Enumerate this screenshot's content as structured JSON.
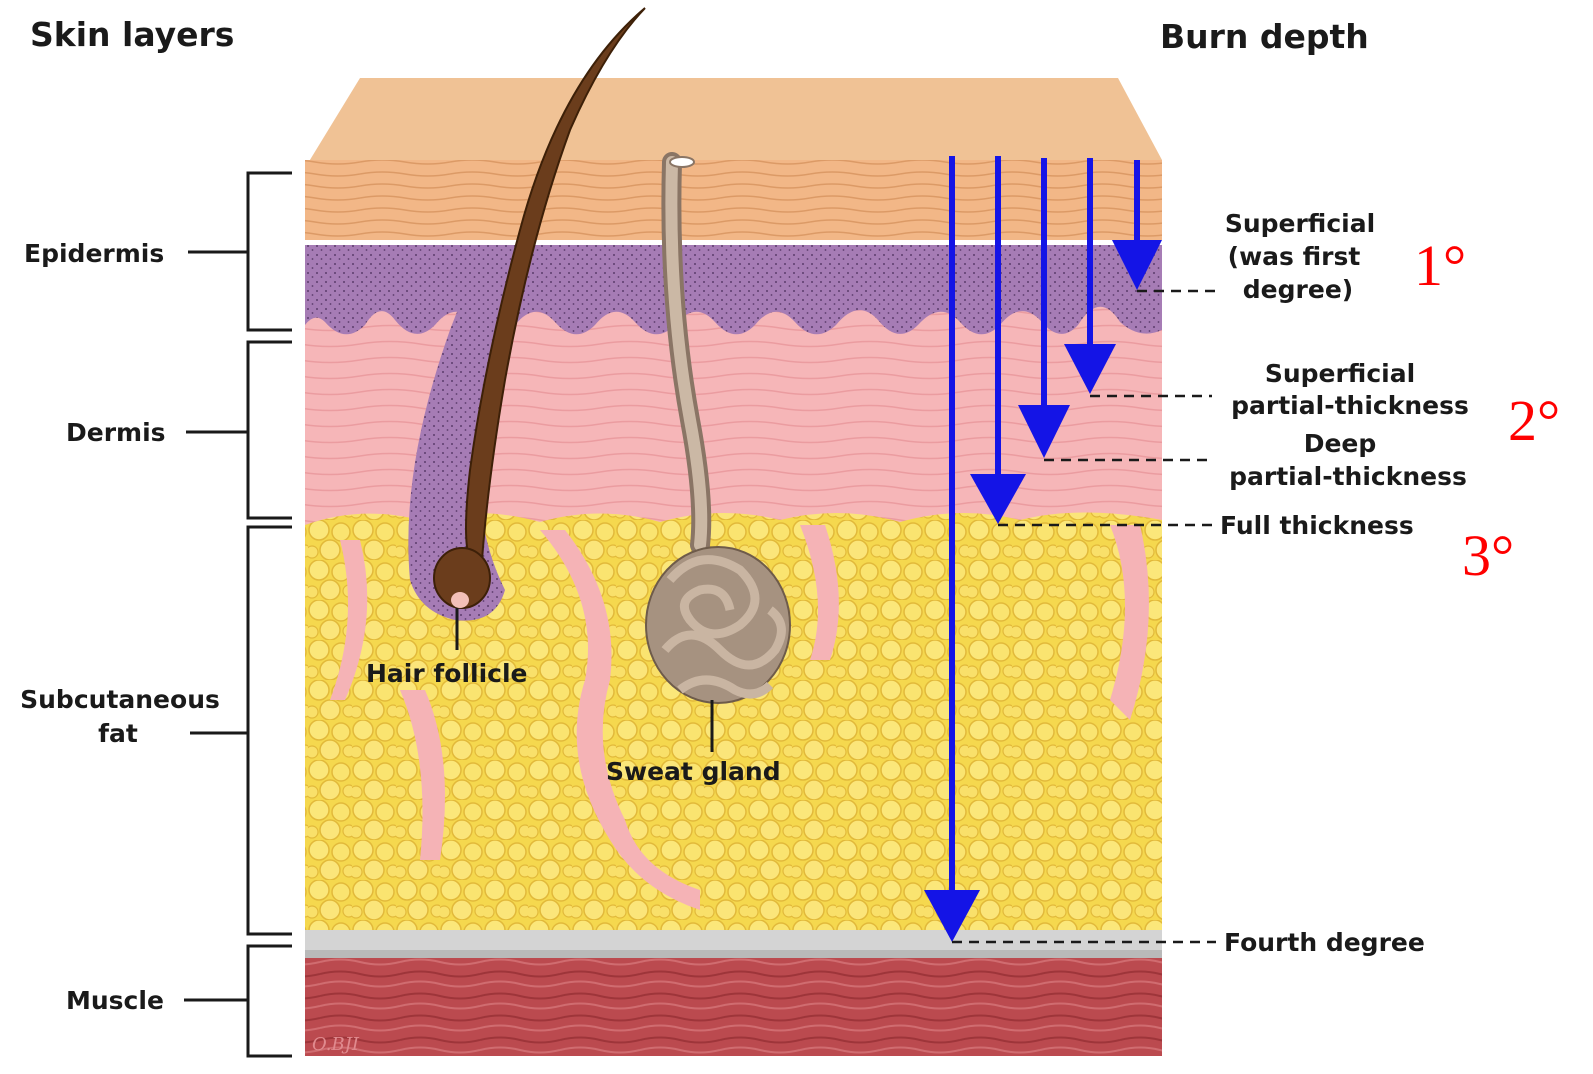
{
  "headers": {
    "skin_layers": "Skin layers",
    "burn_depth": "Burn depth"
  },
  "layers": {
    "epidermis": "Epidermis",
    "dermis": "Dermis",
    "subcutaneous_line1": "Subcutaneous",
    "subcutaneous_line2": "fat",
    "muscle": "Muscle"
  },
  "structures": {
    "hair_follicle": "Hair follicle",
    "sweat_gland": "Sweat gland"
  },
  "burns": {
    "superficial_line1": "Superficial",
    "superficial_line2": "(was first",
    "superficial_line3": "degree)",
    "sup_partial_line1": "Superficial",
    "sup_partial_line2": "partial-thickness",
    "deep_partial_line1": "Deep",
    "deep_partial_line2": "partial-thickness",
    "full": "Full thickness",
    "fourth": "Fourth degree"
  },
  "degrees": {
    "first": "1°",
    "second": "2°",
    "third": "3°"
  },
  "signature": "O.BJI",
  "colors": {
    "arrow": "#1414e6",
    "degree_text": "#ff0000",
    "epidermis_top": "#f2b98a",
    "basal_layer": "#a77bb5",
    "dermis": "#f5b3b6",
    "fat": "#f5dc55",
    "fascia": "#cfcfcf",
    "muscle": "#b8464b"
  }
}
